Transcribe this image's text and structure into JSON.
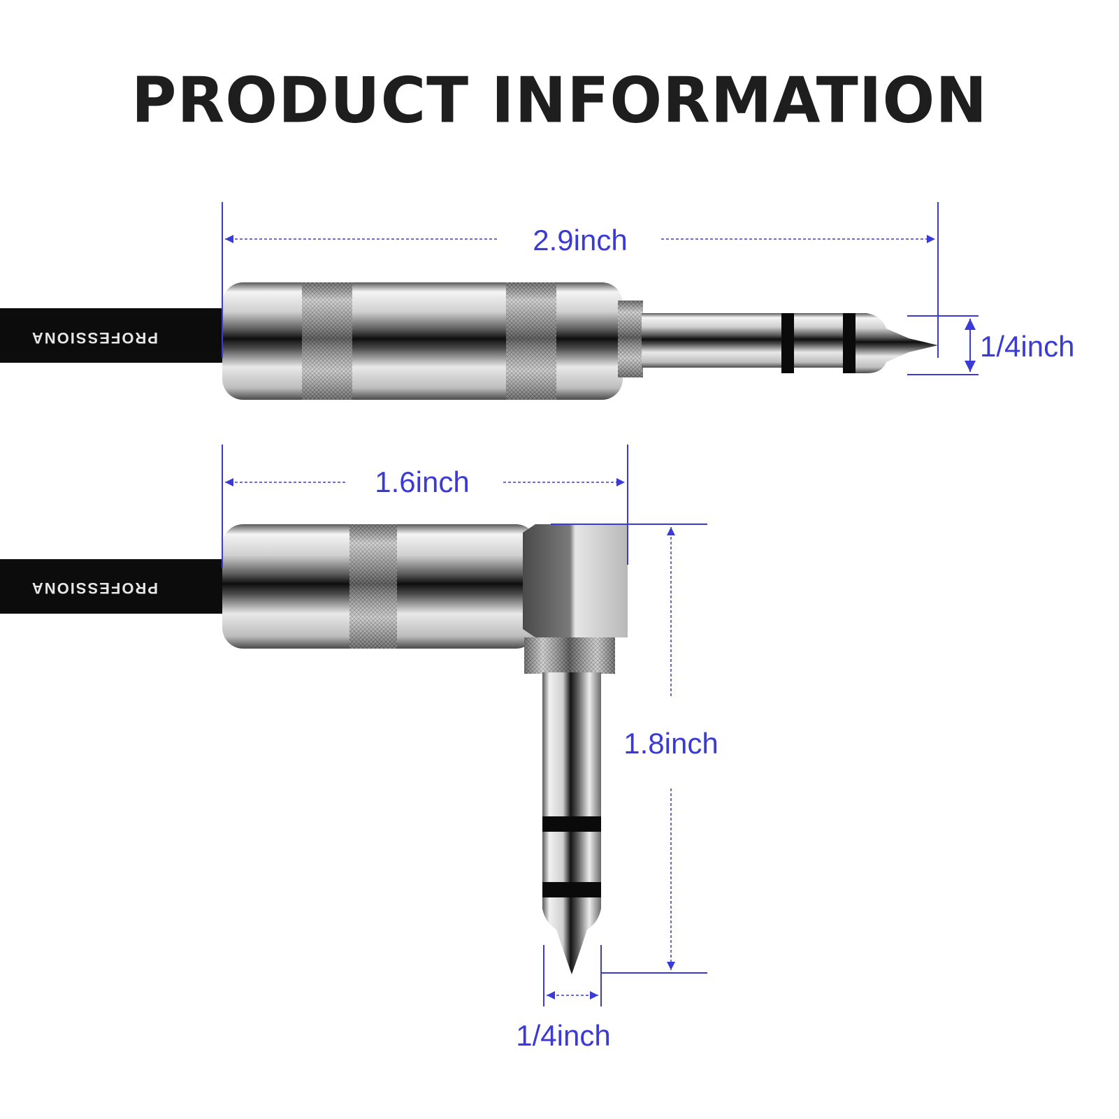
{
  "title": "PRODUCT INFORMATION",
  "cable_text": "PROFESSIONA",
  "dimensions": {
    "straight_length": "2.9inch",
    "straight_tip": "1/4inch",
    "angled_length": "1.6inch",
    "angled_height": "1.8inch",
    "angled_tip": "1/4inch"
  },
  "colors": {
    "dimension_line": "#3a3ad6",
    "title": "#1e1e1e",
    "cable": "#0c0c0c",
    "metal": "#c8c8c8"
  }
}
